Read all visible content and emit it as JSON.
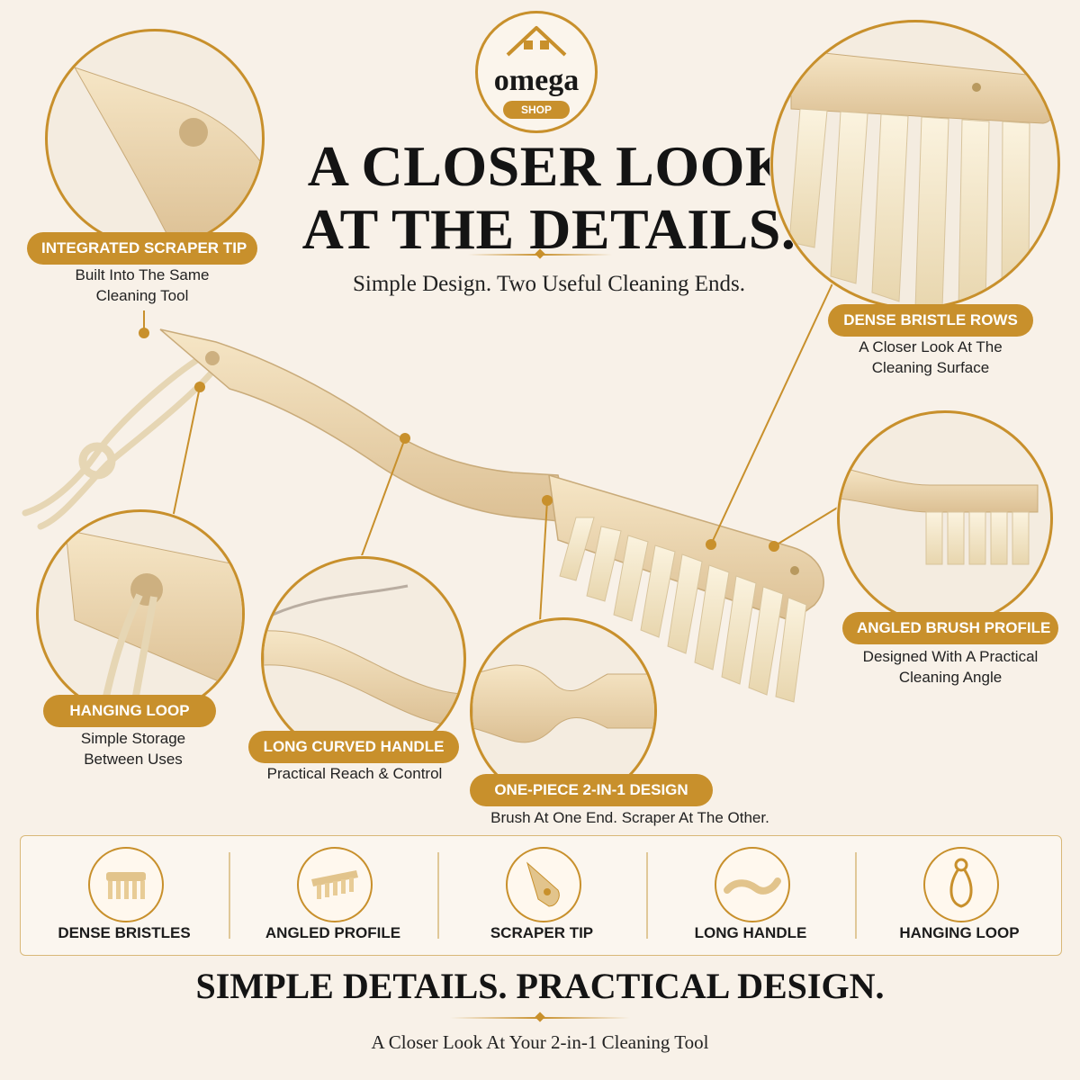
{
  "brand": {
    "name": "omega",
    "sub": "SHOP"
  },
  "header": {
    "title_line1": "A CLOSER LOOK",
    "title_line2": "AT THE DETAILS.",
    "subtitle": "Simple Design. Two Useful Cleaning Ends."
  },
  "callouts": [
    {
      "title": "INTEGRATED SCRAPER TIP",
      "desc_line1": "Built Into The Same",
      "desc_line2": "Cleaning Tool"
    },
    {
      "title": "DENSE BRISTLE ROWS",
      "desc_line1": "A Closer Look At The",
      "desc_line2": "Cleaning Surface"
    },
    {
      "title": "ANGLED BRUSH PROFILE",
      "desc_line1": "Designed With A Practical",
      "desc_line2": "Cleaning Angle"
    },
    {
      "title": "HANGING LOOP",
      "desc_line1": "Simple Storage",
      "desc_line2": "Between Uses"
    },
    {
      "title": "LONG CURVED HANDLE",
      "desc_line1": "Practical Reach & Control",
      "desc_line2": ""
    },
    {
      "title": "ONE-PIECE 2-IN-1 DESIGN",
      "desc_line1": "Brush At One End. Scraper At The Other.",
      "desc_line2": ""
    }
  ],
  "features": [
    {
      "label": "DENSE BRISTLES",
      "icon": "bristles-icon"
    },
    {
      "label": "ANGLED PROFILE",
      "icon": "angled-brush-icon"
    },
    {
      "label": "SCRAPER TIP",
      "icon": "scraper-tip-icon"
    },
    {
      "label": "LONG HANDLE",
      "icon": "handle-icon"
    },
    {
      "label": "HANGING LOOP",
      "icon": "loop-icon"
    }
  ],
  "footer": {
    "title": "SIMPLE DETAILS. PRACTICAL DESIGN.",
    "subtitle": "A Closer Look At Your 2-in-1 Cleaning Tool"
  },
  "colors": {
    "background": "#f8f1e8",
    "accent": "#c8902c",
    "product": "#ecd6ac"
  }
}
